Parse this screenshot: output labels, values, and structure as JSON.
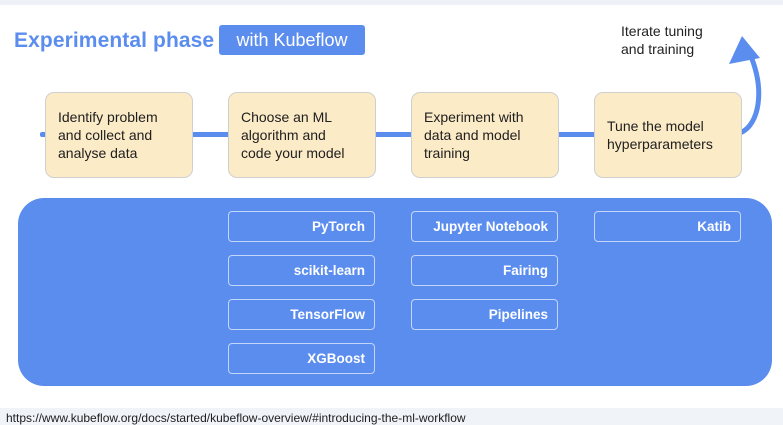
{
  "header": {
    "title": "Experimental phase",
    "tag": "with Kubeflow"
  },
  "loop": {
    "label": "Iterate tuning\nand training"
  },
  "colors": {
    "accent": "#5b8def",
    "step_fill": "#fcebc7"
  },
  "steps": [
    {
      "label": "Identify problem\nand collect and\nanalyse data"
    },
    {
      "label": "Choose an ML\nalgorithm and\ncode your model"
    },
    {
      "label": "Experiment with\ndata and model\ntraining"
    },
    {
      "label": "Tune the model\nhyperparameters"
    }
  ],
  "tools": {
    "algorithm": [
      "PyTorch",
      "scikit-learn",
      "TensorFlow",
      "XGBoost"
    ],
    "experiment": [
      "Jupyter Notebook",
      "Fairing",
      "Pipelines"
    ],
    "tuning": [
      "Katib"
    ]
  },
  "footer": {
    "url": "https://www.kubeflow.org/docs/started/kubeflow-overview/#introducing-the-ml-workflow"
  }
}
